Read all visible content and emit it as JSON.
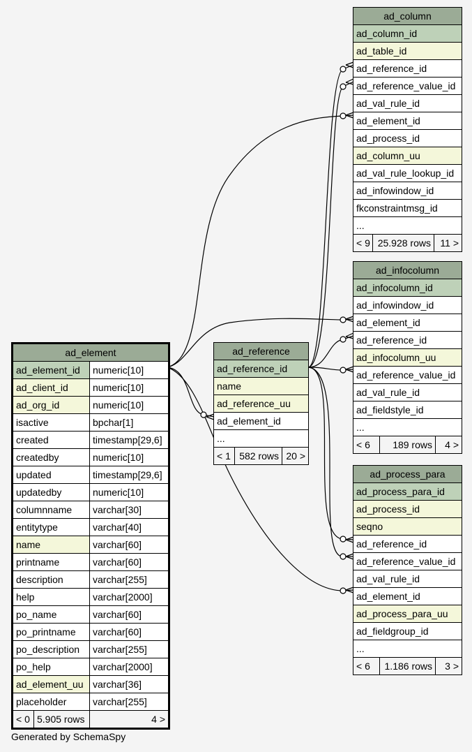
{
  "ad_column": {
    "title": "ad_column",
    "rows": [
      {
        "name": "ad_column_id",
        "kind": "pk"
      },
      {
        "name": "ad_table_id",
        "kind": "idx"
      },
      {
        "name": "ad_reference_id",
        "kind": "plain"
      },
      {
        "name": "ad_reference_value_id",
        "kind": "plain"
      },
      {
        "name": "ad_val_rule_id",
        "kind": "plain"
      },
      {
        "name": "ad_element_id",
        "kind": "plain"
      },
      {
        "name": "ad_process_id",
        "kind": "plain"
      },
      {
        "name": "ad_column_uu",
        "kind": "idx"
      },
      {
        "name": "ad_val_rule_lookup_id",
        "kind": "plain"
      },
      {
        "name": "ad_infowindow_id",
        "kind": "plain"
      },
      {
        "name": "fkconstraintmsg_id",
        "kind": "plain"
      },
      {
        "name": "...",
        "kind": "plain"
      }
    ],
    "footer": {
      "parents": "< 9",
      "rows": "25.928 rows",
      "children": "11 >"
    }
  },
  "ad_infocolumn": {
    "title": "ad_infocolumn",
    "rows": [
      {
        "name": "ad_infocolumn_id",
        "kind": "pk"
      },
      {
        "name": "ad_infowindow_id",
        "kind": "plain"
      },
      {
        "name": "ad_element_id",
        "kind": "plain"
      },
      {
        "name": "ad_reference_id",
        "kind": "plain"
      },
      {
        "name": "ad_infocolumn_uu",
        "kind": "idx"
      },
      {
        "name": "ad_reference_value_id",
        "kind": "plain"
      },
      {
        "name": "ad_val_rule_id",
        "kind": "plain"
      },
      {
        "name": "ad_fieldstyle_id",
        "kind": "plain"
      },
      {
        "name": "...",
        "kind": "plain"
      }
    ],
    "footer": {
      "parents": "< 6",
      "rows": "189 rows",
      "children": "4 >"
    }
  },
  "ad_process_para": {
    "title": "ad_process_para",
    "rows": [
      {
        "name": "ad_process_para_id",
        "kind": "pk"
      },
      {
        "name": "ad_process_id",
        "kind": "idx"
      },
      {
        "name": "seqno",
        "kind": "idx"
      },
      {
        "name": "ad_reference_id",
        "kind": "plain"
      },
      {
        "name": "ad_reference_value_id",
        "kind": "plain"
      },
      {
        "name": "ad_val_rule_id",
        "kind": "plain"
      },
      {
        "name": "ad_element_id",
        "kind": "plain"
      },
      {
        "name": "ad_process_para_uu",
        "kind": "idx"
      },
      {
        "name": "ad_fieldgroup_id",
        "kind": "plain"
      },
      {
        "name": "...",
        "kind": "plain"
      }
    ],
    "footer": {
      "parents": "< 6",
      "rows": "1.186 rows",
      "children": "3 >"
    }
  },
  "ad_reference": {
    "title": "ad_reference",
    "rows": [
      {
        "name": "ad_reference_id",
        "kind": "pk"
      },
      {
        "name": "name",
        "kind": "idx"
      },
      {
        "name": "ad_reference_uu",
        "kind": "idx"
      },
      {
        "name": "ad_element_id",
        "kind": "plain"
      },
      {
        "name": "...",
        "kind": "plain"
      }
    ],
    "footer": {
      "parents": "< 1",
      "rows": "582 rows",
      "children": "20 >"
    }
  },
  "ad_element": {
    "title": "ad_element",
    "rows": [
      {
        "name": "ad_element_id",
        "type": "numeric[10]",
        "kind": "pk"
      },
      {
        "name": "ad_client_id",
        "type": "numeric[10]",
        "kind": "idx"
      },
      {
        "name": "ad_org_id",
        "type": "numeric[10]",
        "kind": "idx"
      },
      {
        "name": "isactive",
        "type": "bpchar[1]",
        "kind": "plain"
      },
      {
        "name": "created",
        "type": "timestamp[29,6]",
        "kind": "plain"
      },
      {
        "name": "createdby",
        "type": "numeric[10]",
        "kind": "plain"
      },
      {
        "name": "updated",
        "type": "timestamp[29,6]",
        "kind": "plain"
      },
      {
        "name": "updatedby",
        "type": "numeric[10]",
        "kind": "plain"
      },
      {
        "name": "columnname",
        "type": "varchar[30]",
        "kind": "plain"
      },
      {
        "name": "entitytype",
        "type": "varchar[40]",
        "kind": "plain"
      },
      {
        "name": "name",
        "type": "varchar[60]",
        "kind": "idx"
      },
      {
        "name": "printname",
        "type": "varchar[60]",
        "kind": "plain"
      },
      {
        "name": "description",
        "type": "varchar[255]",
        "kind": "plain"
      },
      {
        "name": "help",
        "type": "varchar[2000]",
        "kind": "plain"
      },
      {
        "name": "po_name",
        "type": "varchar[60]",
        "kind": "plain"
      },
      {
        "name": "po_printname",
        "type": "varchar[60]",
        "kind": "plain"
      },
      {
        "name": "po_description",
        "type": "varchar[255]",
        "kind": "plain"
      },
      {
        "name": "po_help",
        "type": "varchar[2000]",
        "kind": "plain"
      },
      {
        "name": "ad_element_uu",
        "type": "varchar[36]",
        "kind": "idx"
      },
      {
        "name": "placeholder",
        "type": "varchar[255]",
        "kind": "plain"
      }
    ],
    "footer": {
      "parents": "< 0",
      "rows": "5.905 rows",
      "children": "4 >"
    }
  },
  "footer_text": "Generated by SchemaSpy",
  "colors": {
    "header": "#9bab96",
    "primary_key": "#bed1b8",
    "indexed": "#f4f7da",
    "background": "#f4f4f4"
  }
}
